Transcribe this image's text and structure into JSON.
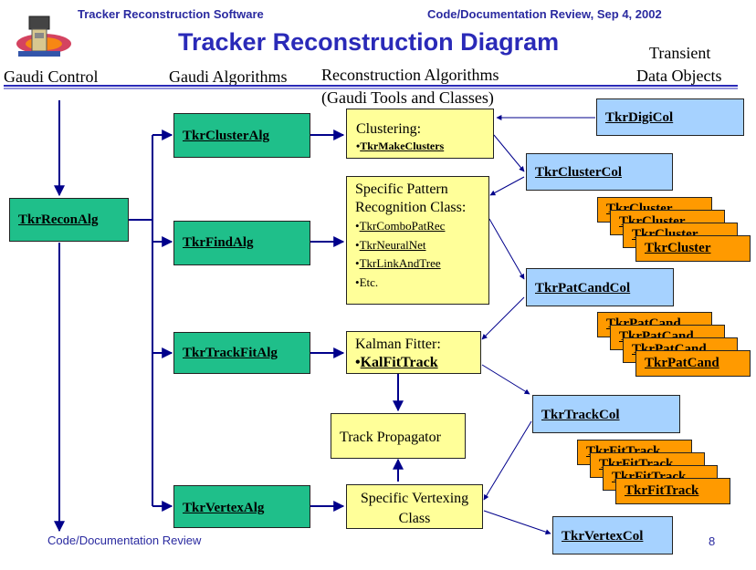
{
  "header": {
    "left": "Tracker Reconstruction Software",
    "right": "Code/Documentation Review, Sep 4, 2002"
  },
  "title": "Tracker Reconstruction Diagram",
  "columns": {
    "control": "Gaudi Control",
    "algorithms": "Gaudi Algorithms",
    "recon_line1": "Reconstruction Algorithms",
    "recon_line2": "(Gaudi Tools and Classes)",
    "transient_line1": "Transient",
    "transient_line2": "Data Objects"
  },
  "algorithms": {
    "recon": "TkrReconAlg",
    "cluster": "TkrClusterAlg",
    "find": "TkrFindAlg",
    "trackfit": "TkrTrackFitAlg",
    "vertex": "TkrVertexAlg"
  },
  "tools": {
    "clustering_title": "Clustering:",
    "clustering_item": "TkrMakeClusters",
    "pattern_line1": "Specific Pattern",
    "pattern_line2": "Recognition Class:",
    "pattern_items": [
      "TkrComboPatRec",
      "TkrNeuralNet",
      "TkrLinkAndTree",
      "Etc."
    ],
    "kalman_title": "Kalman Fitter:",
    "kalman_item": "KalFitTrack",
    "propagator": "Track Propagator",
    "vertexing_line1": "Specific Vertexing",
    "vertexing_line2": "Class"
  },
  "data_objects": {
    "digicol": "TkrDigiCol",
    "clustercol": "TkrClusterCol",
    "patcandcol": "TkrPatCandCol",
    "trackcol": "TkrTrackCol",
    "vertexcol": "TkrVertexCol",
    "cluster": "TkrCluster",
    "patcand": "TkrPatCand",
    "fittrack": "TkrFitTrack"
  },
  "footer": {
    "left": "Code/Documentation Review",
    "page": "8"
  },
  "colors": {
    "header_text": "#2a2aa0",
    "title_text": "#2a2ab8",
    "algorithm_box": "#1fbf8a",
    "tool_box": "#ffff99",
    "collection_box": "#a6d2ff",
    "object_box": "#ff9a00",
    "arrow": "#00008b"
  }
}
